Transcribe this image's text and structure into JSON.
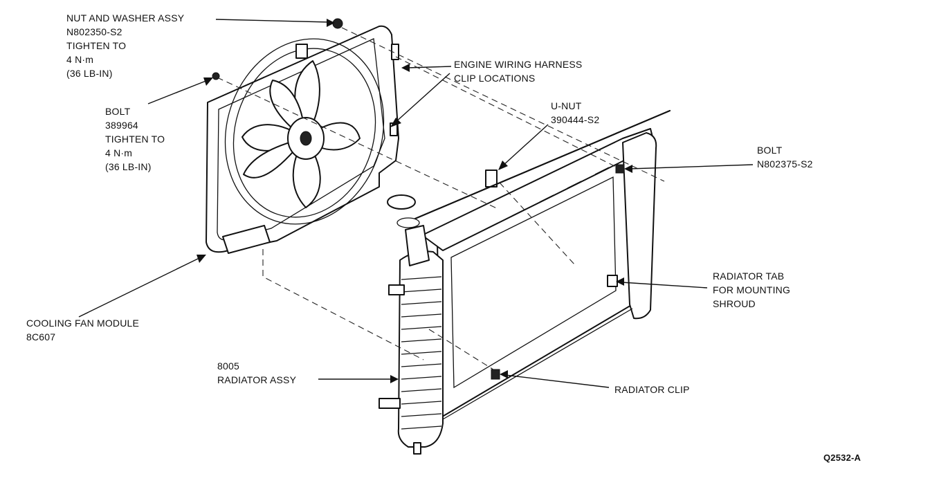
{
  "labels": {
    "nut_washer": [
      "NUT AND WASHER ASSY",
      "N802350-S2",
      "TIGHTEN TO",
      "4 N·m",
      "(36 LB-IN)"
    ],
    "bolt_left": [
      "BOLT",
      "389964",
      "TIGHTEN TO",
      "4 N·m",
      "(36 LB-IN)"
    ],
    "harness_clips": [
      "ENGINE WIRING HARNESS",
      "CLIP LOCATIONS"
    ],
    "u_nut": [
      "U-NUT",
      "390444-S2"
    ],
    "bolt_right": [
      "BOLT",
      "N802375-S2"
    ],
    "radiator_tab": [
      "RADIATOR TAB",
      "FOR MOUNTING",
      "SHROUD"
    ],
    "fan_module": [
      "COOLING FAN MODULE",
      "8C607"
    ],
    "radiator_assy": [
      "8005",
      "RADIATOR ASSY"
    ],
    "radiator_clip": [
      "RADIATOR CLIP"
    ]
  },
  "figure_code": "Q2532-A"
}
